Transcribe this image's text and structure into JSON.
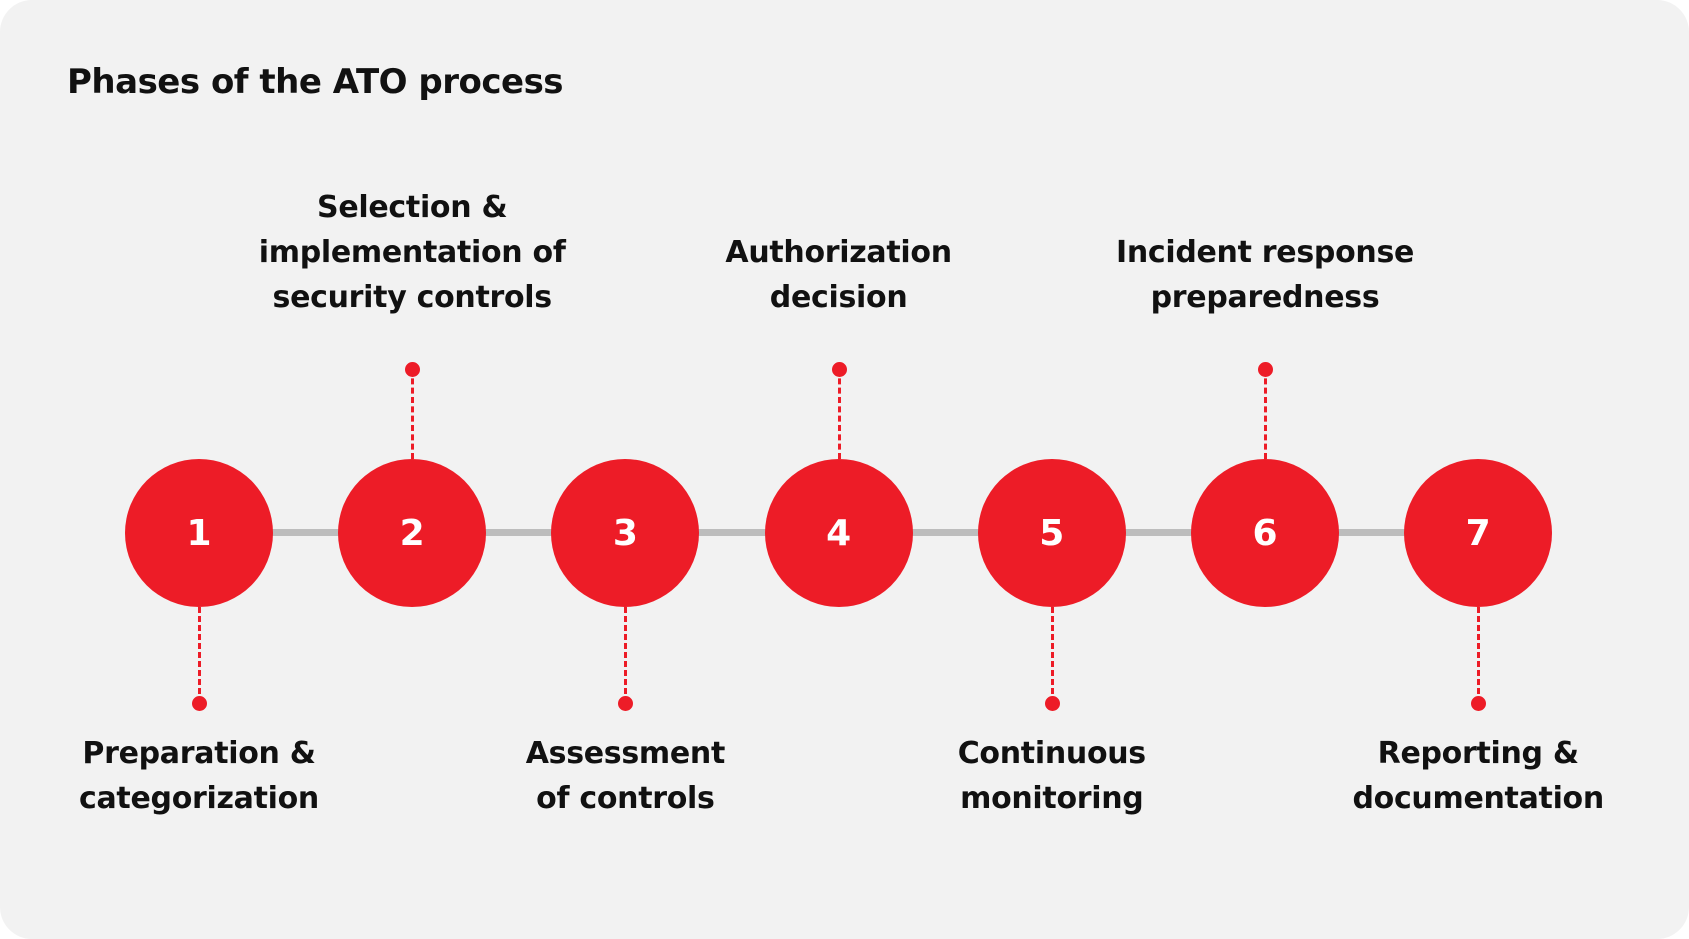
{
  "title": "Phases of the ATO process",
  "accent_color": "#ed1c27",
  "phases": [
    {
      "number": "1",
      "label_line1": "Preparation &",
      "label_line2": "categorization",
      "label_position": "below"
    },
    {
      "number": "2",
      "label_line1": "Selection &",
      "label_line2": "implementation of",
      "label_line3": "security controls",
      "label_position": "above"
    },
    {
      "number": "3",
      "label_line1": "Assessment",
      "label_line2": "of controls",
      "label_position": "below"
    },
    {
      "number": "4",
      "label_line1": "Authorization",
      "label_line2": "decision",
      "label_position": "above"
    },
    {
      "number": "5",
      "label_line1": "Continuous",
      "label_line2": "monitoring",
      "label_position": "below"
    },
    {
      "number": "6",
      "label_line1": "Incident response",
      "label_line2": "preparedness",
      "label_position": "above"
    },
    {
      "number": "7",
      "label_line1": "Reporting &",
      "label_line2": "documentation",
      "label_position": "below"
    }
  ]
}
